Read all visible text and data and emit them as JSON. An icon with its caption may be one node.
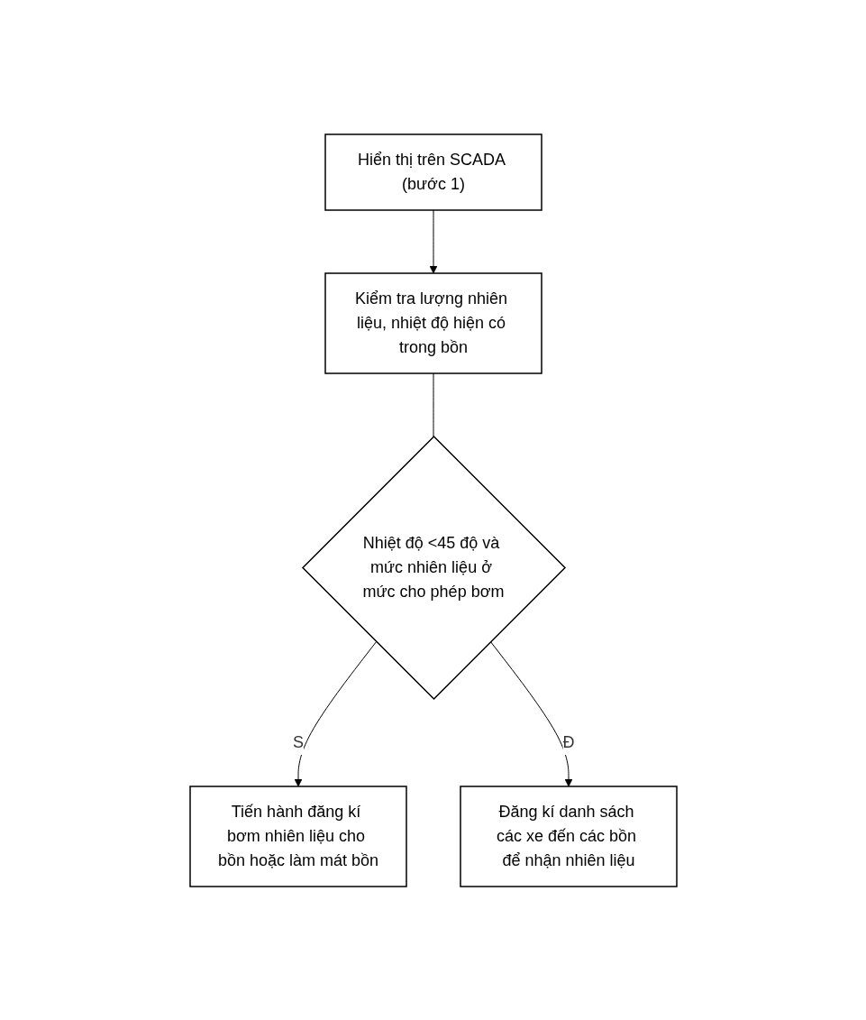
{
  "diagram": {
    "nodes": [
      {
        "text": [
          "Hiển thị trên SCADA (bước 1)"
        ]
      },
      {
        "text": [
          "Kiểm tra lượng nhiên liệu, nhiệt độ hiện có trong bồn"
        ]
      },
      {
        "text": [
          "Nhiệt độ <45 độ và mức nhiên liệu ở mức cho phép bơm"
        ]
      },
      {
        "text": [
          "Tiến hành đăng kí bơm nhiên liệu cho bồn hoặc làm mát bồn"
        ]
      },
      {
        "text": [
          "Đăng kí danh sách các xe đến các bồn để nhận nhiên liệu"
        ]
      }
    ],
    "edges": [
      {
        "from": 0,
        "to": 1,
        "arrow": "to"
      },
      {
        "from": 1,
        "to": 2,
        "arrow": "none"
      },
      {
        "from": 2,
        "to": 3,
        "label": "S",
        "arrow": "to"
      },
      {
        "from": 2,
        "to": 4,
        "label": "Đ",
        "arrow": "to"
      }
    ]
  }
}
